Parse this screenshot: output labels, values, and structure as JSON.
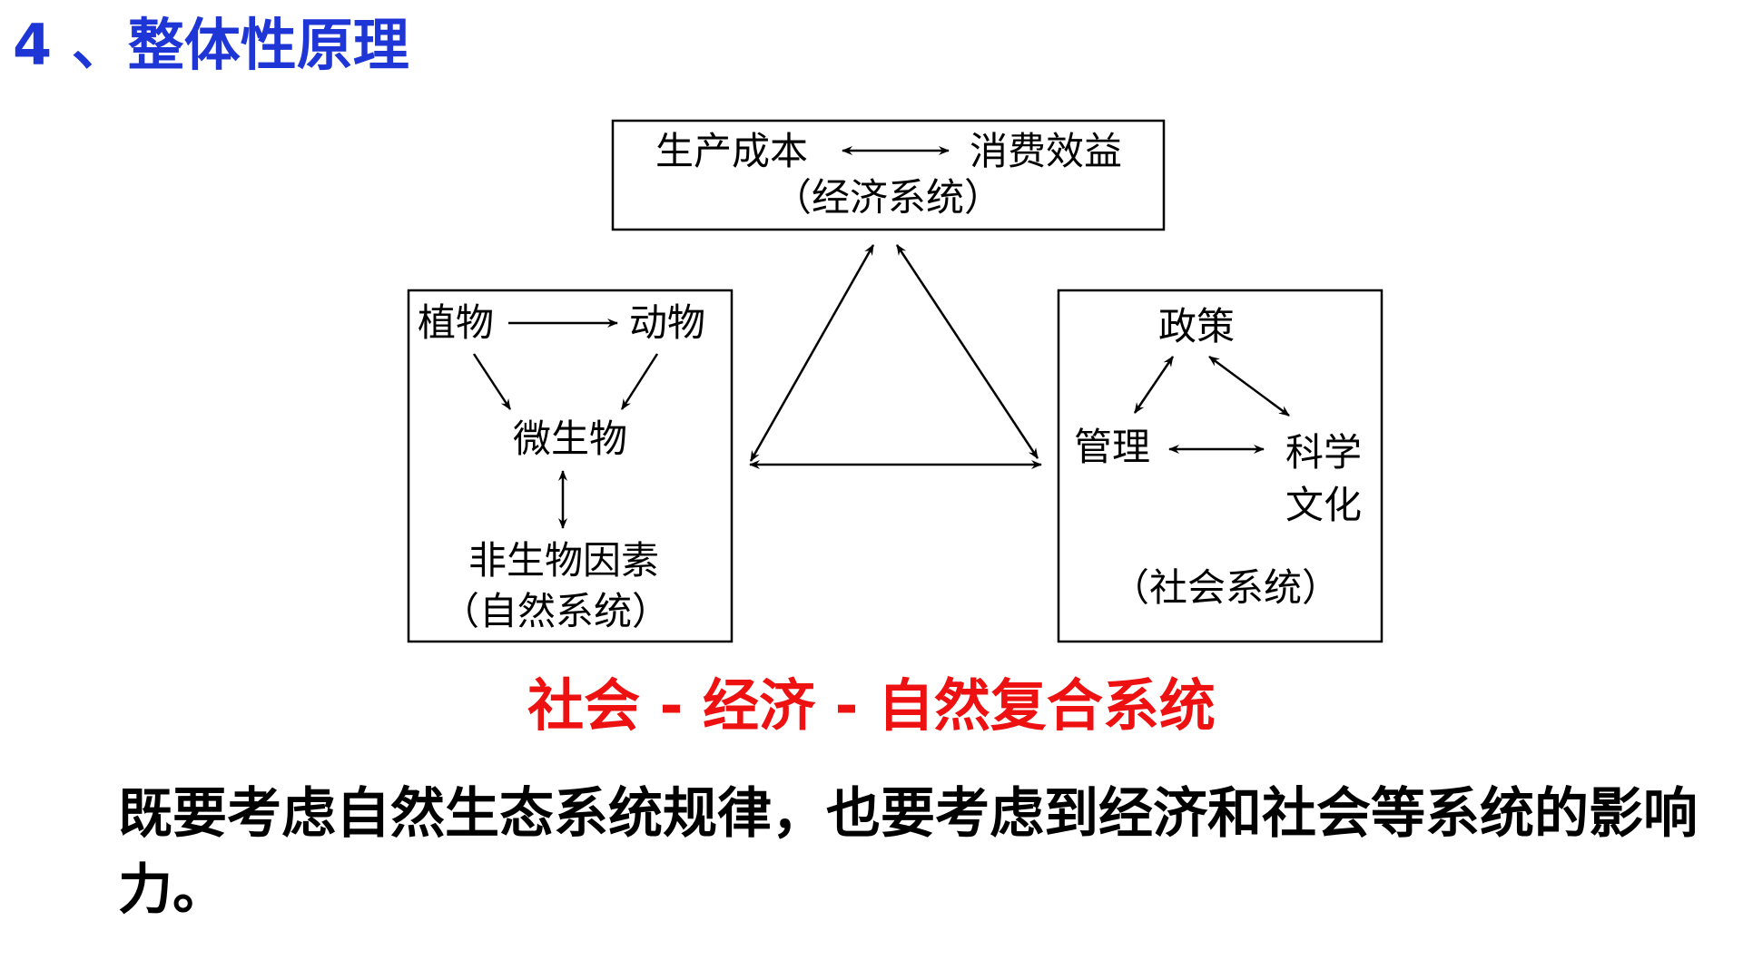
{
  "slide": {
    "title": "4 、整体性原理",
    "composite_label": "社会 - 经济 - 自然复合系统",
    "summary": "既要考虑自然生态系统规律，也要考虑到经济和社会等系统的影响力。"
  },
  "diagram": {
    "economic": {
      "left": "生产成本",
      "right": "消费效益",
      "caption": "（经济系统）"
    },
    "natural": {
      "plants": "植物",
      "animals": "动物",
      "microbes": "微生物",
      "abiotic": "非生物因素",
      "caption": "（自然系统）"
    },
    "social": {
      "policy": "政策",
      "management": "管理",
      "science": "科学",
      "culture": "文化",
      "caption": "（社会系统）"
    }
  }
}
